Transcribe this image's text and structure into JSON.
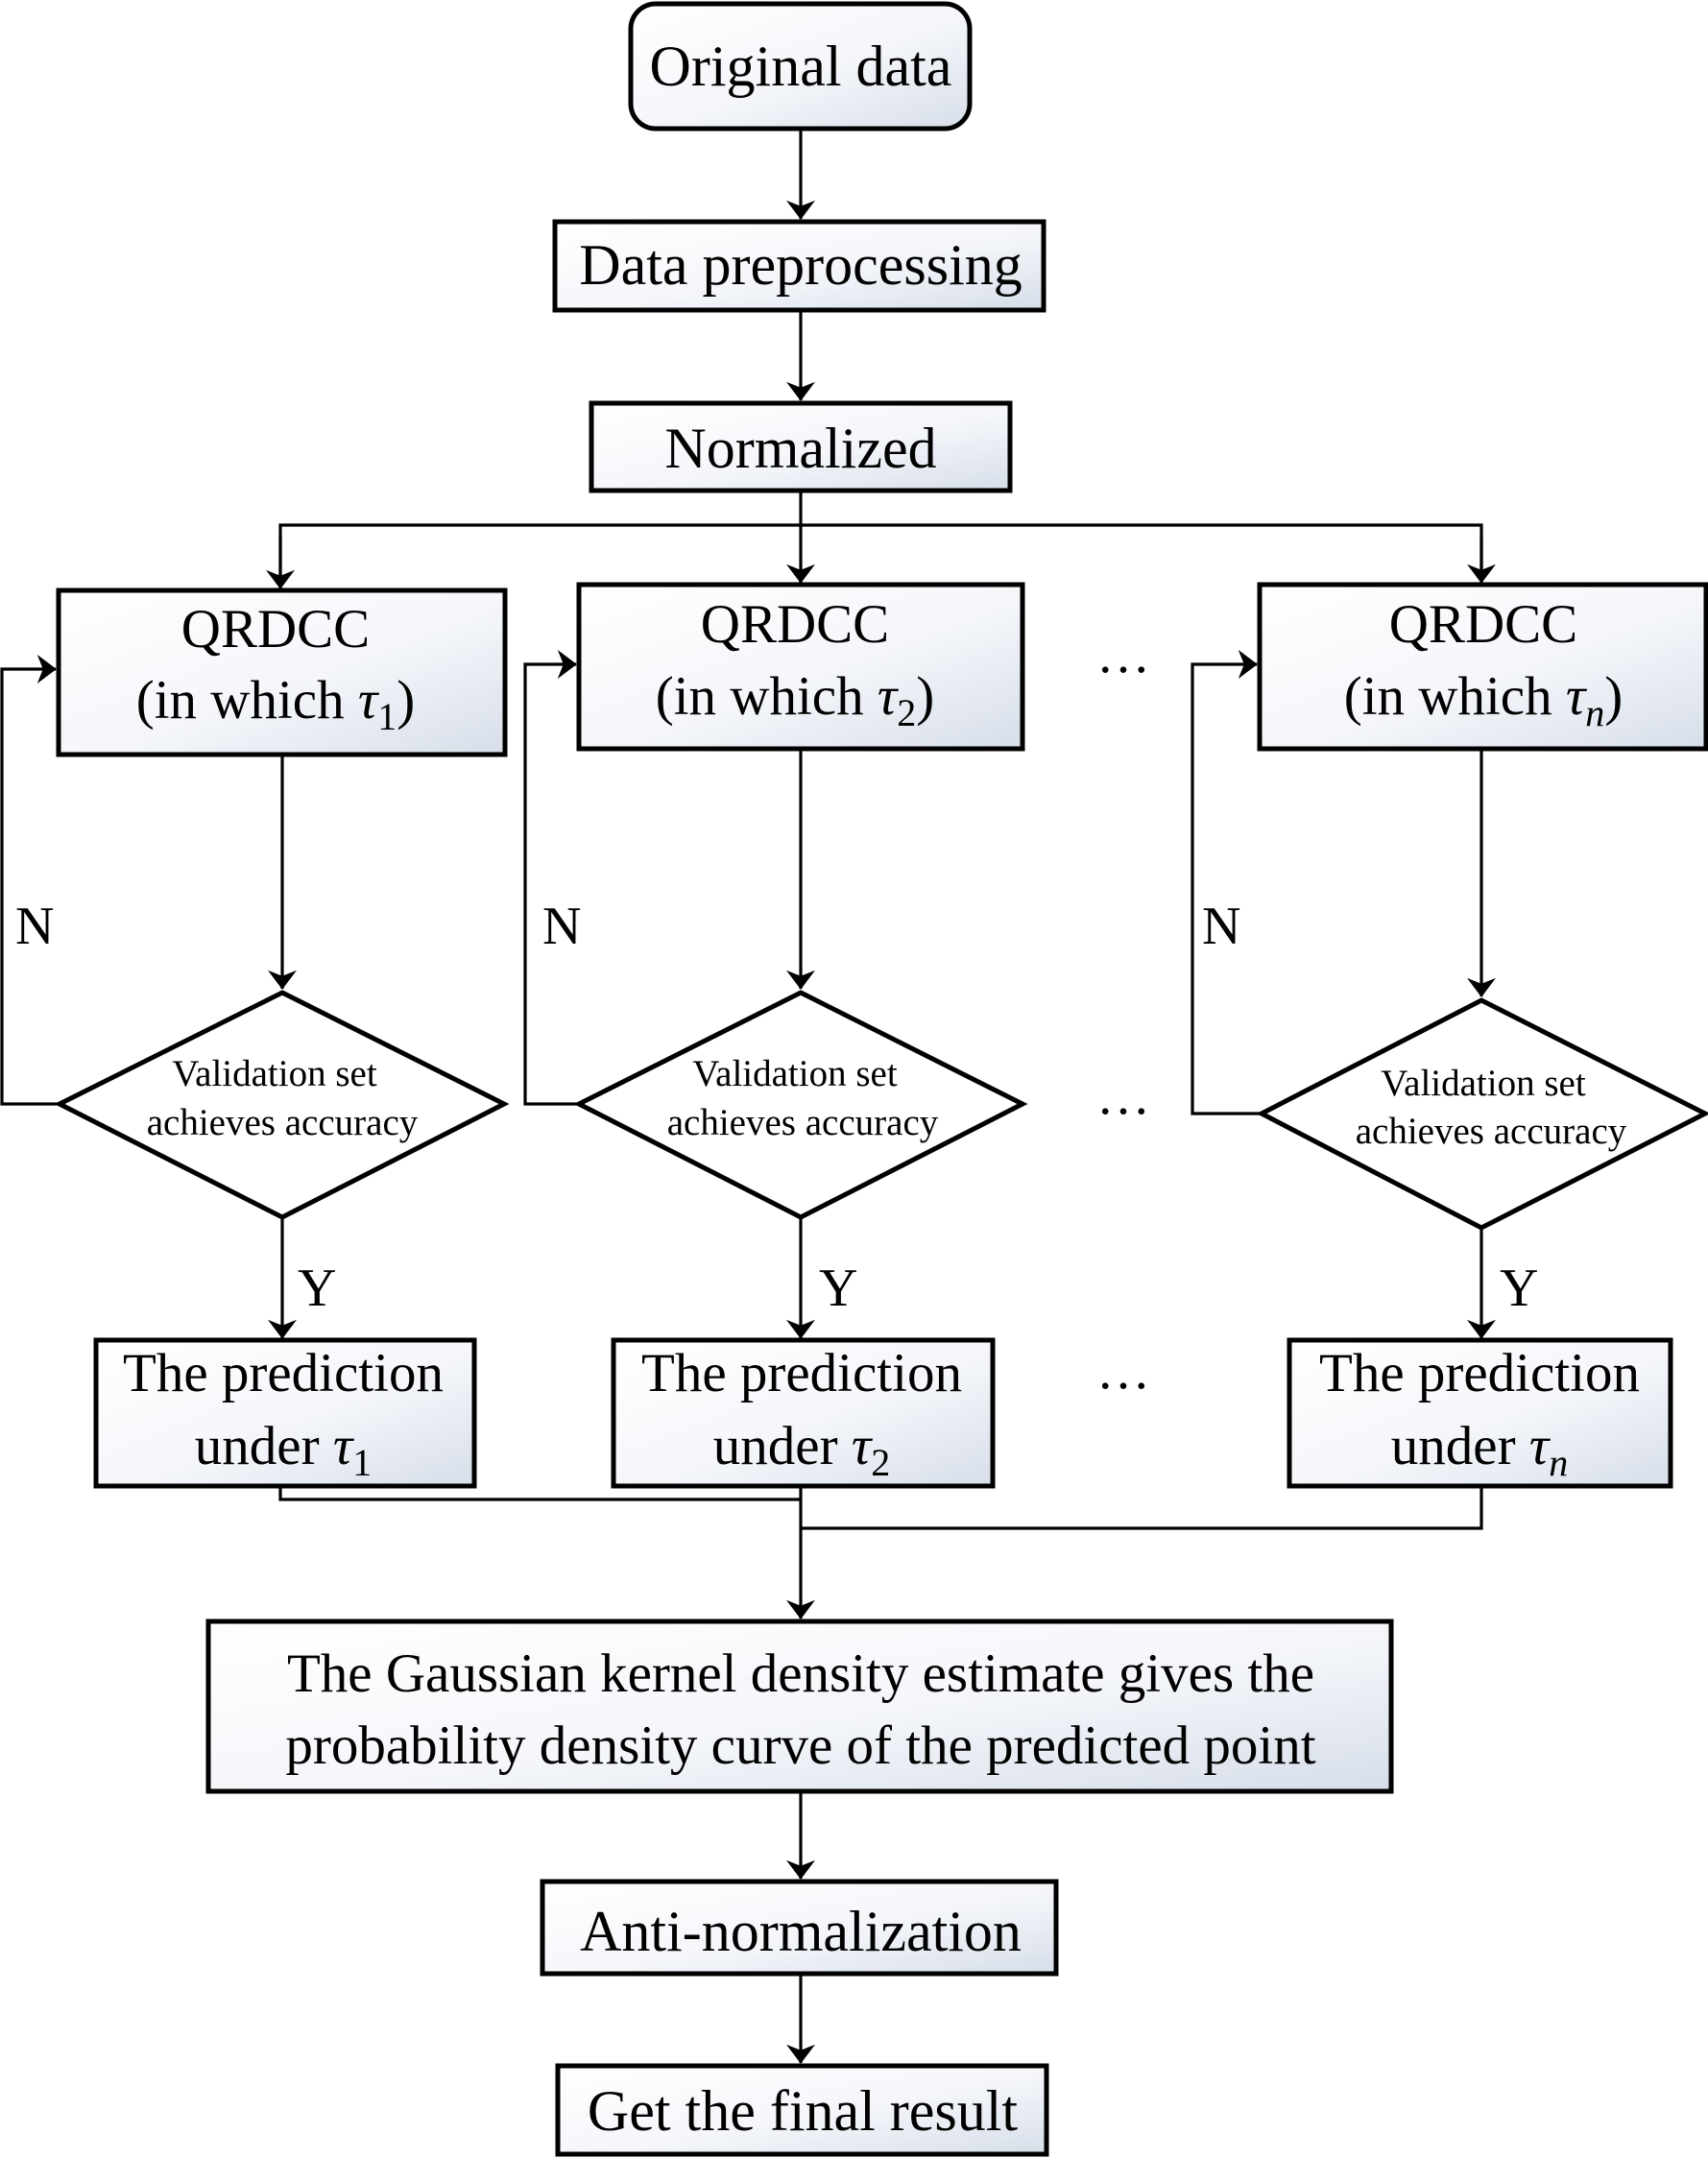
{
  "flowchart": {
    "start": "Original data",
    "preprocess": "Data preprocessing",
    "normalize": "Normalized",
    "branches": [
      {
        "model_title": "QRDCC",
        "model_detail_prefix": "(in which ",
        "tau_symbol": "τ",
        "tau_sub": "1",
        "model_detail_suffix": ")",
        "decision_line1": "Validation set",
        "decision_line2": "achieves accuracy",
        "no_label": "N",
        "yes_label": "Y",
        "prediction_line1": "The prediction",
        "prediction_line2_prefix": "under "
      },
      {
        "model_title": "QRDCC",
        "model_detail_prefix": "(in which ",
        "tau_symbol": "τ",
        "tau_sub": "2",
        "model_detail_suffix": ")",
        "decision_line1": "Validation set",
        "decision_line2": "achieves accuracy",
        "no_label": "N",
        "yes_label": "Y",
        "prediction_line1": "The prediction",
        "prediction_line2_prefix": "under "
      },
      {
        "model_title": "QRDCC",
        "model_detail_prefix": "(in which ",
        "tau_symbol": "τ",
        "tau_sub": "n",
        "model_detail_suffix": ")",
        "decision_line1": "Validation set",
        "decision_line2": "achieves accuracy",
        "no_label": "N",
        "yes_label": "Y",
        "prediction_line1": "The prediction",
        "prediction_line2_prefix": "under "
      }
    ],
    "ellipsis": "…",
    "kde_line1": "The Gaussian kernel density estimate gives the",
    "kde_line2": "probability density curve of the predicted point",
    "denormalize": "Anti-normalization",
    "end": "Get the final result"
  }
}
